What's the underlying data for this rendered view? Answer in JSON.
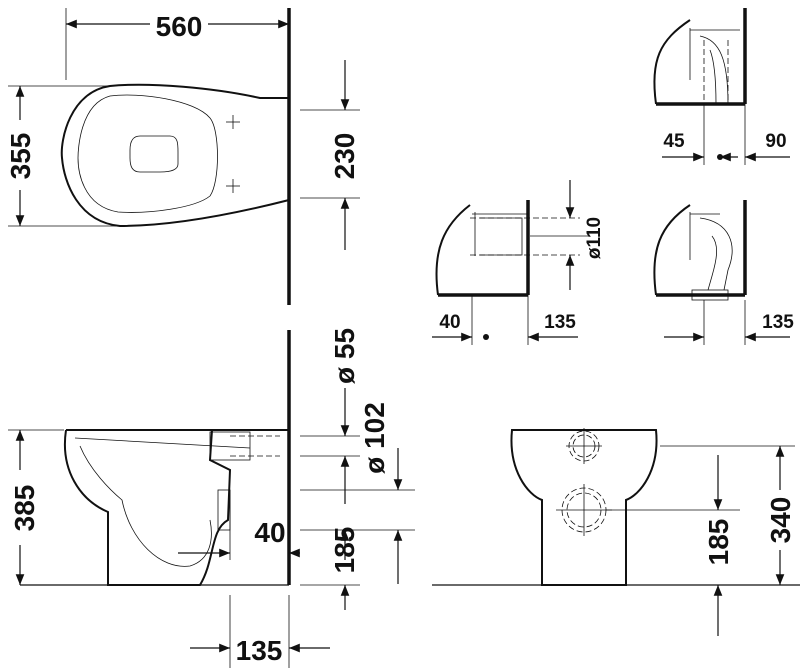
{
  "plan_view": {
    "width_dim": "560",
    "depth_dim": "355",
    "fixing_dim": "230"
  },
  "side_view": {
    "inlet_dia": "ø 55",
    "outlet_dia": "ø 102",
    "height_dim": "385",
    "outlet_height": "185",
    "outlet_offset": "40",
    "wall_offset": "135"
  },
  "front_view": {
    "outlet_height": "185",
    "height_dim": "340"
  },
  "connector_details": {
    "vertical_dim_a": "45",
    "vertical_dim_b": "90",
    "horizontal_dim_a": "40",
    "horizontal_dim_b": "135",
    "pipe_dia": "ø110",
    "angled_dim": "135"
  }
}
